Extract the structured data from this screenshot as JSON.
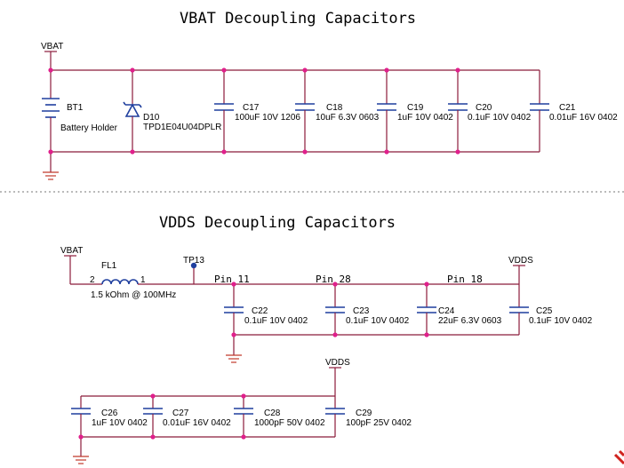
{
  "vbat_section": {
    "title": "VBAT Decoupling Capacitors",
    "net_label": "VBAT",
    "battery": {
      "ref": "BT1",
      "value": "Battery Holder"
    },
    "diode": {
      "ref": "D10",
      "value": "TPD1E04U04DPLR"
    },
    "caps": [
      {
        "ref": "C17",
        "value": "100uF 10V 1206"
      },
      {
        "ref": "C18",
        "value": "10uF 6.3V 0603"
      },
      {
        "ref": "C19",
        "value": "1uF 10V 0402"
      },
      {
        "ref": "C20",
        "value": "0.1uF 10V 0402"
      },
      {
        "ref": "C21",
        "value": "0.01uF 16V 0402"
      }
    ]
  },
  "vdds_section": {
    "title": "VDDS Decoupling Capacitors",
    "input_label": "VBAT",
    "output_label": "VDDS",
    "filter": {
      "ref": "FL1",
      "value": "1.5 kOhm @ 100MHz",
      "pin_left": "2",
      "pin_right": "1"
    },
    "testpoint": "TP13",
    "pins": [
      "Pin 11",
      "Pin 28",
      "Pin 18"
    ],
    "caps": [
      {
        "ref": "C22",
        "value": "0.1uF 10V 0402"
      },
      {
        "ref": "C23",
        "value": "0.1uF 10V 0402"
      },
      {
        "ref": "C24",
        "value": "22uF 6.3V 0603"
      },
      {
        "ref": "C25",
        "value": "0.1uF 10V 0402"
      }
    ]
  },
  "bulk_section": {
    "net_label": "VDDS",
    "caps": [
      {
        "ref": "C26",
        "value": "1uF 10V 0402"
      },
      {
        "ref": "C27",
        "value": "0.01uF 16V 0402"
      },
      {
        "ref": "C28",
        "value": "1000pF 50V 0402"
      },
      {
        "ref": "C29",
        "value": "100pF 25V 0402"
      }
    ]
  }
}
